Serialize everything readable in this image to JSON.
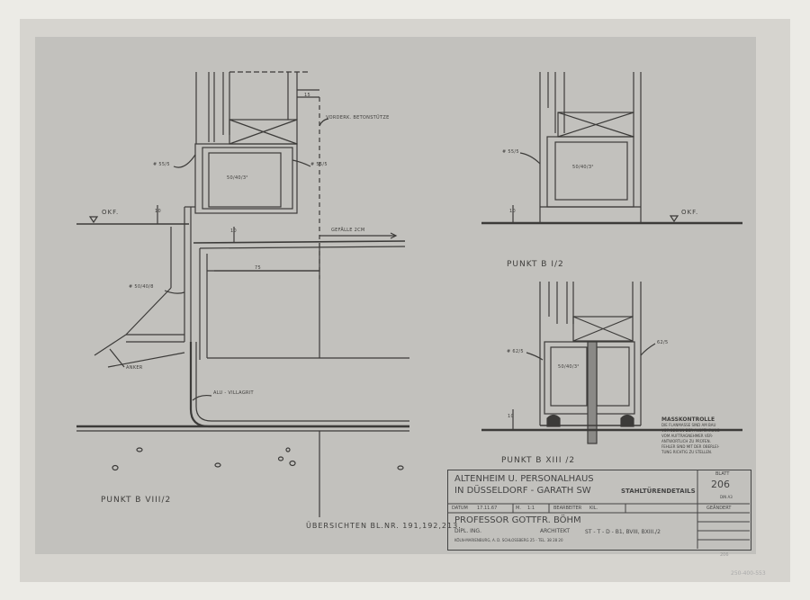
{
  "drawing": {
    "labels": {
      "vorderk": "VORDERK. BETONSTÜTZE",
      "dim_15": "15",
      "dim_75": "75",
      "dim_10a": "10",
      "dim_10b": "10",
      "dim_10c": "10",
      "dim_10d": "10",
      "okf_left": "OKF.",
      "okf_right": "OKF.",
      "gefaelle": "GEFÄLLE 2CM",
      "t55_left": "# 55/5",
      "t55_left2": "# 55/5",
      "t55_right": "# 55/5",
      "box_left": "50/40/3²",
      "box_right": "50/40/3²",
      "box_lower": "50/40/3²",
      "pipe": "# 50/40/8",
      "anker": "ANKER",
      "alu": "ALU - VILLAGRIT",
      "t62_left": "# 62/5",
      "t62_right": "62/5",
      "punkt_left": "PUNKT  B VIII/2",
      "punkt_b1": "PUNKT  B I/2",
      "punkt_b13": "PUNKT  B XIII /2",
      "uebersichten": "ÜBERSICHTEN  BL.NR. 191,192,213.",
      "stamp_ref": "250-400-553",
      "stamp_num": "206"
    },
    "masskontrolle": {
      "title": "MASSKONTROLLE",
      "lines": [
        "DIE FLANMASSE SIND AM BAU",
        "VOR BEGINN DER AUSFÜHRUNG",
        "VOM AUFTRAGNEHMER VER-",
        "ANTWORTLICH ZU PRÜFEN.",
        "FEHLER SIND MIT DER OBERLEI-",
        "TUNG RICHTIG ZU STELLEN."
      ]
    }
  },
  "title_block": {
    "project_line1": "ALTENHEIM U. PERSONALHAUS",
    "project_line2": "IN DÜSSELDORF - GARATH SW",
    "subject": "STAHLTÜRENDETAILS",
    "blatt_label": "BLATT",
    "blatt_number": "206",
    "din": "DIN A3",
    "datum_label": "DATUM",
    "datum_value": "17.11.67",
    "massstab_label": "M.",
    "massstab_value": "1:1",
    "bearbeiter_label": "BEARBEITER",
    "bearbeiter_value": "KIL.",
    "geaendert": "GEÄNDERT",
    "architect_name": "PROFESSOR GOTTFR. BÖHM",
    "architect_title": "DIPL. ING.",
    "architect_role": "ARCHITEKT",
    "address": "KÖLN-MARIENBURG, A. D. SCHLOSSBERG 25 - TEL. 38 28 20",
    "ref": "ST - T - D - B1, BVIII, BXIII./2"
  }
}
